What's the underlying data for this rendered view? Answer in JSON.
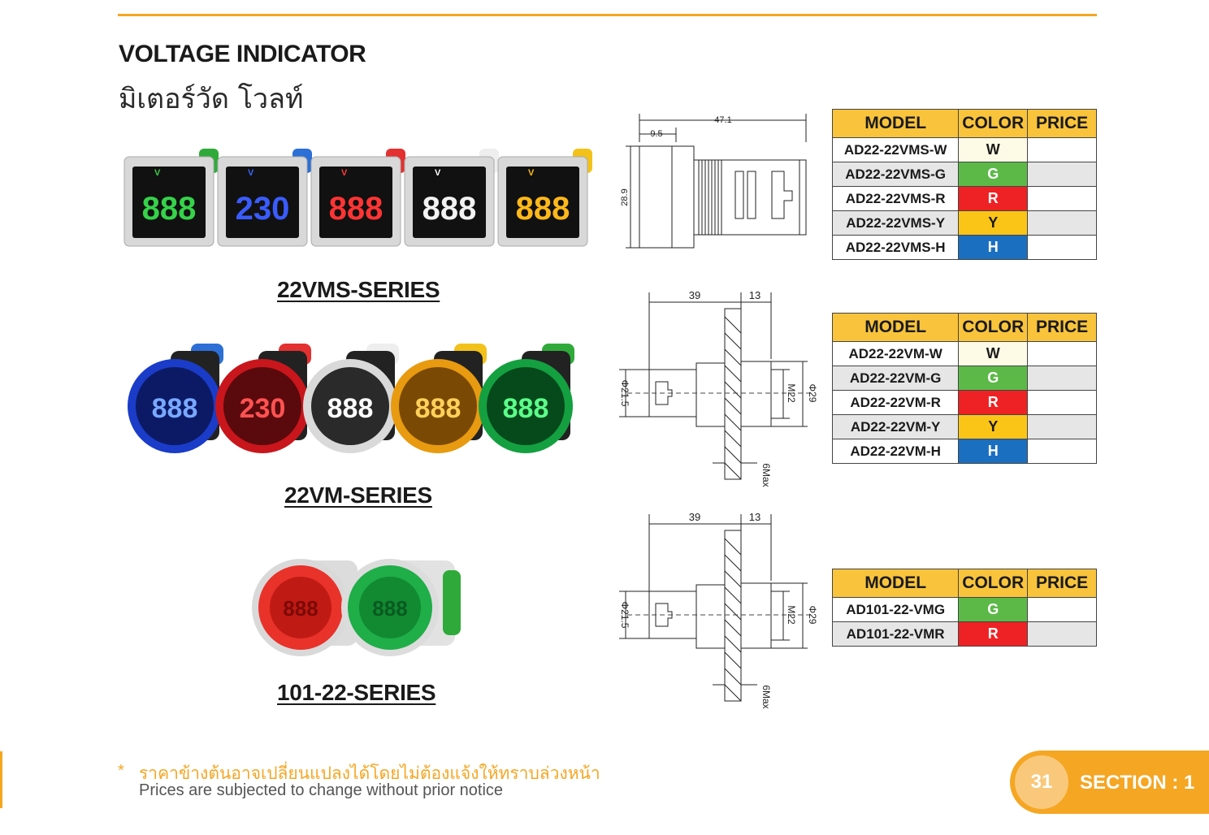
{
  "header": {
    "title": "VOLTAGE INDICATOR",
    "subtitle": "มิเตอร์วัด โวลท์"
  },
  "colors": {
    "accent": "#f5a623",
    "table_header": "#f9c43c",
    "W": "#fdfbe6",
    "G": "#5cb948",
    "R": "#ee2224",
    "Y": "#fbc518",
    "H": "#1b6fc0"
  },
  "series": [
    {
      "name": "22VMS-SERIES",
      "displays": [
        "888",
        "230",
        "888",
        "888",
        "888"
      ]
    },
    {
      "name": "22VM-SERIES",
      "displays": [
        "888",
        "230",
        "888",
        "888",
        "888"
      ]
    },
    {
      "name": "101-22-SERIES",
      "displays": [
        "888",
        "888"
      ]
    }
  ],
  "table_headers": {
    "model": "MODEL",
    "color": "COLOR",
    "price": "PRICE"
  },
  "tables": [
    {
      "rows": [
        {
          "model": "AD22-22VMS-W",
          "color": "W",
          "price": ""
        },
        {
          "model": "AD22-22VMS-G",
          "color": "G",
          "price": ""
        },
        {
          "model": "AD22-22VMS-R",
          "color": "R",
          "price": ""
        },
        {
          "model": "AD22-22VMS-Y",
          "color": "Y",
          "price": ""
        },
        {
          "model": "AD22-22VMS-H",
          "color": "H",
          "price": ""
        }
      ]
    },
    {
      "rows": [
        {
          "model": "AD22-22VM-W",
          "color": "W",
          "price": ""
        },
        {
          "model": "AD22-22VM-G",
          "color": "G",
          "price": ""
        },
        {
          "model": "AD22-22VM-R",
          "color": "R",
          "price": ""
        },
        {
          "model": "AD22-22VM-Y",
          "color": "Y",
          "price": ""
        },
        {
          "model": "AD22-22VM-H",
          "color": "H",
          "price": ""
        }
      ]
    },
    {
      "rows": [
        {
          "model": "AD101-22-VMG",
          "color": "G",
          "price": ""
        },
        {
          "model": "AD101-22-VMR",
          "color": "R",
          "price": ""
        }
      ]
    }
  ],
  "dimensions": {
    "d1": {
      "length": "47.1",
      "front": "9.5",
      "height": "28.9"
    },
    "d2": {
      "body": "39",
      "front": "13",
      "dia_small": "Φ21.5",
      "thread": "M22",
      "dia_large": "Φ29",
      "panel": "6Max"
    },
    "d3": {
      "body": "39",
      "front": "13",
      "dia_small": "Φ21.5",
      "thread": "M22",
      "dia_large": "Φ29",
      "panel": "6Max"
    }
  },
  "footer": {
    "asterisk": "*",
    "note_th": "ราคาข้างต้นอาจเปลี่ยนแปลงได้โดยไม่ต้องแจ้งให้ทราบล่วงหน้า",
    "note_en": "Prices are subjected to change without prior notice",
    "page_number": "31",
    "section": "SECTION : 1"
  }
}
